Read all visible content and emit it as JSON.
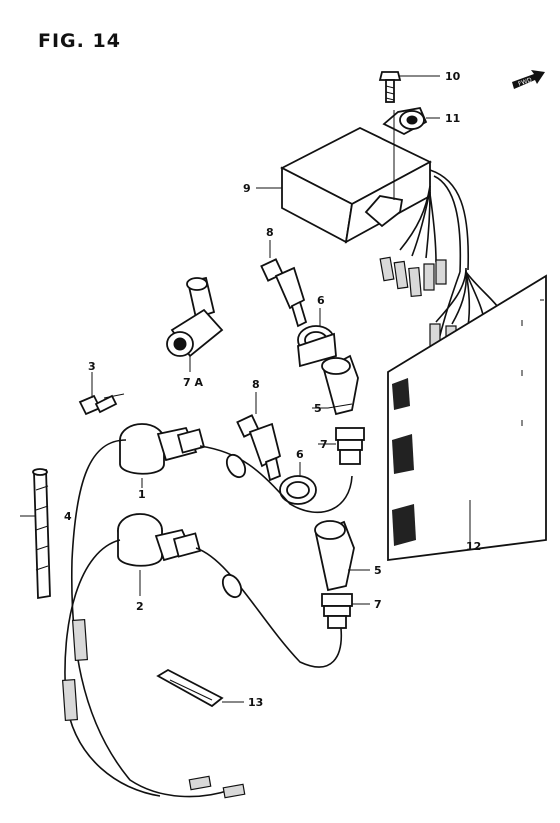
{
  "figure": {
    "title": "FIG. 14"
  },
  "callouts": [
    {
      "id": "1",
      "label": "1"
    },
    {
      "id": "2",
      "label": "2"
    },
    {
      "id": "3",
      "label": "3"
    },
    {
      "id": "4",
      "label": "4"
    },
    {
      "id": "5a",
      "label": "5"
    },
    {
      "id": "5b",
      "label": "5"
    },
    {
      "id": "6a",
      "label": "6"
    },
    {
      "id": "6b",
      "label": "6"
    },
    {
      "id": "7a",
      "label": "7"
    },
    {
      "id": "7b",
      "label": "7"
    },
    {
      "id": "7A",
      "label": "7 A"
    },
    {
      "id": "8a",
      "label": "8"
    },
    {
      "id": "8b",
      "label": "8"
    },
    {
      "id": "9",
      "label": "9"
    },
    {
      "id": "10",
      "label": "10"
    },
    {
      "id": "11",
      "label": "11"
    },
    {
      "id": "12",
      "label": "12"
    },
    {
      "id": "13",
      "label": "13"
    }
  ],
  "direction_badge": {
    "label": "FWD"
  }
}
